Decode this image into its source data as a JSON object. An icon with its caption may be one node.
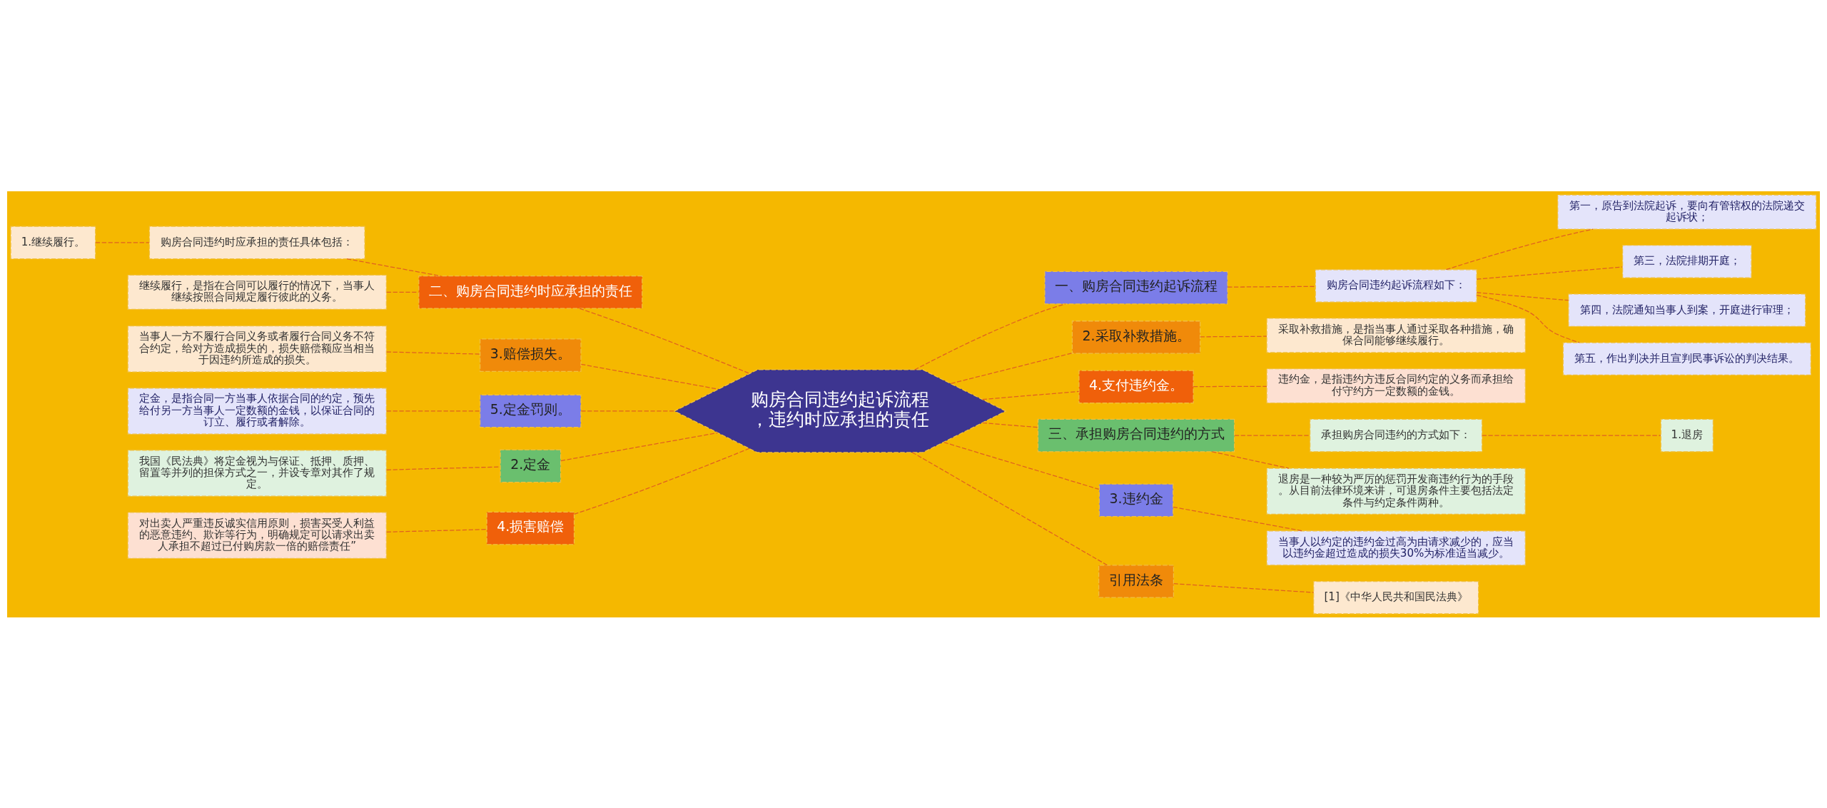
{
  "diagram": {
    "nodes": [
      {
        "text": [
          "购房合同违约起诉流程，违约时应承担的责任"
        ]
      },
      {
        "text": [
          "一、购房合同违约起诉流程"
        ]
      },
      {
        "text": [
          "购房合同违约起诉流程如下："
        ]
      },
      {
        "text": [
          "第一，原告到法院起诉，要向有管辖权的法院递交起诉状；"
        ]
      },
      {
        "text": [
          "第三，法院排期开庭；"
        ]
      },
      {
        "text": [
          "第四，法院通知当事人到案，开庭进行审理；"
        ]
      },
      {
        "text": [
          "第五，作出判决并且宣判民事诉讼的判决结果。"
        ]
      },
      {
        "text": [
          "2.采取补救措施。"
        ]
      },
      {
        "text": [
          "采取补救措施，是指当事人通过采取各种措施，确保合同能够继续履行。"
        ]
      },
      {
        "text": [
          "4.支付违约金。"
        ]
      },
      {
        "text": [
          "违约金，是指违约方违反合同约定的义务而承担给付守约方一定数额的金钱。"
        ]
      },
      {
        "text": [
          "三、承担购房合同违约的方式"
        ]
      },
      {
        "text": [
          "承担购房合同违约的方式如下："
        ]
      },
      {
        "text": [
          "1.退房"
        ]
      },
      {
        "text": [
          "退房是一种较为严厉的惩罚开发商违约行为的手段。从目前法律环境来讲，可退房条件主要包括法定条件与约定条件两种。"
        ]
      },
      {
        "text": [
          "3.违约金"
        ]
      },
      {
        "text": [
          "当事人以约定的违约金过高为由请求减少的，应当以违约金超过造成的损失30%为标准适当减少。"
        ]
      },
      {
        "text": [
          "引用法条"
        ]
      },
      {
        "text": [
          "[1]《中华人民共和国民法典》"
        ]
      },
      {
        "text": [
          "二、购房合同违约时应承担的责任"
        ]
      },
      {
        "text": [
          "购房合同违约时应承担的责任具体包括："
        ]
      },
      {
        "text": [
          "1.继续履行。"
        ]
      },
      {
        "text": [
          "继续履行，是指在合同可以履行的情况下，当事人继续按照合同规定履行彼此的义务。"
        ]
      },
      {
        "text": [
          "3.赔偿损失。"
        ]
      },
      {
        "text": [
          "当事人一方不履行合同义务或者履行合同义务不符合约定，给对方造成损失的，损失赔偿额应当相当于因违约所造成的损失。"
        ]
      },
      {
        "text": [
          "5.定金罚则。"
        ]
      },
      {
        "text": [
          "定金，是指合同一方当事人依据合同的约定，预先给付另一方当事人一定数额的金钱，以保证合同的订立、履行或者解除。"
        ]
      },
      {
        "text": [
          "2.定金"
        ]
      },
      {
        "text": [
          "我国《民法典》将定金视为与保证、抵押、质押、留置等并列的担保方式之一，并设专章对其作了规定。"
        ]
      },
      {
        "text": [
          "4.损害赔偿"
        ]
      },
      {
        "text": [
          "对出卖人严重违反诚实信用原则，损害买受人利益的恶意违约、欺诈等行为，明确规定可以请求出卖人承担不超过已付购房款一倍的赔偿责任”"
        ]
      }
    ],
    "edges": [
      {
        "from": 0,
        "to": 1,
        "arrow": "none",
        "style": "dashed"
      },
      {
        "from": 1,
        "to": 2,
        "arrow": "none",
        "style": "dashed"
      },
      {
        "from": 2,
        "to": 3,
        "arrow": "none",
        "style": "dashed"
      },
      {
        "from": 2,
        "to": 4,
        "arrow": "none",
        "style": "dashed"
      },
      {
        "from": 2,
        "to": 5,
        "arrow": "none",
        "style": "dashed"
      },
      {
        "from": 2,
        "to": 6,
        "arrow": "none",
        "style": "dashed"
      },
      {
        "from": 0,
        "to": 7,
        "arrow": "none",
        "style": "dashed"
      },
      {
        "from": 7,
        "to": 8,
        "arrow": "none",
        "style": "dashed"
      },
      {
        "from": 0,
        "to": 9,
        "arrow": "none",
        "style": "dashed"
      },
      {
        "from": 9,
        "to": 10,
        "arrow": "none",
        "style": "dashed"
      },
      {
        "from": 0,
        "to": 11,
        "arrow": "none",
        "style": "dashed"
      },
      {
        "from": 11,
        "to": 12,
        "arrow": "none",
        "style": "dashed"
      },
      {
        "from": 12,
        "to": 13,
        "arrow": "none",
        "style": "dashed"
      },
      {
        "from": 11,
        "to": 14,
        "arrow": "none",
        "style": "dashed"
      },
      {
        "from": 0,
        "to": 15,
        "arrow": "none",
        "style": "dashed"
      },
      {
        "from": 15,
        "to": 16,
        "arrow": "none",
        "style": "dashed"
      },
      {
        "from": 0,
        "to": 17,
        "arrow": "none",
        "style": "dashed"
      },
      {
        "from": 17,
        "to": 18,
        "arrow": "none",
        "style": "dashed"
      },
      {
        "from": 0,
        "to": 19,
        "arrow": "none",
        "style": "dashed"
      },
      {
        "from": 19,
        "to": 20,
        "arrow": "none",
        "style": "dashed"
      },
      {
        "from": 20,
        "to": 21,
        "arrow": "none",
        "style": "dashed"
      },
      {
        "from": 19,
        "to": 22,
        "arrow": "none",
        "style": "dashed"
      },
      {
        "from": 0,
        "to": 23,
        "arrow": "none",
        "style": "dashed"
      },
      {
        "from": 23,
        "to": 24,
        "arrow": "none",
        "style": "dashed"
      },
      {
        "from": 0,
        "to": 25,
        "arrow": "none",
        "style": "dashed"
      },
      {
        "from": 25,
        "to": 26,
        "arrow": "none",
        "style": "dashed"
      },
      {
        "from": 0,
        "to": 27,
        "arrow": "none",
        "style": "dashed"
      },
      {
        "from": 27,
        "to": 28,
        "arrow": "none",
        "style": "dashed"
      },
      {
        "from": 0,
        "to": 29,
        "arrow": "none",
        "style": "dashed"
      },
      {
        "from": 29,
        "to": 30,
        "arrow": "none",
        "style": "dashed"
      }
    ]
  }
}
